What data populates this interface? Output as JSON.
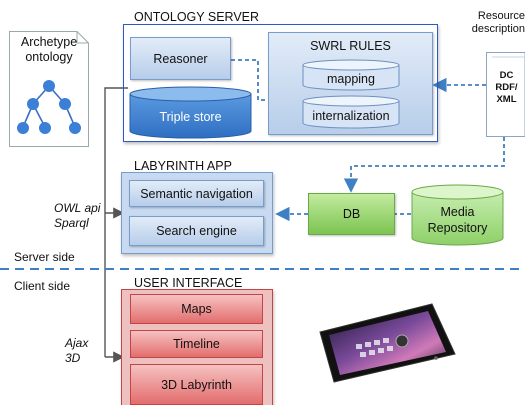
{
  "archetype": {
    "title": "Archetype ontology"
  },
  "ontology_server": {
    "title": "ONTOLOGY SERVER",
    "reasoner": "Reasoner",
    "triple_store": "Triple store",
    "swrl_title": "SWRL RULES",
    "mapping": "mapping",
    "internalization": "internalization"
  },
  "resource": {
    "title": "Resource description",
    "doc_lines": [
      "DC",
      "RDF/",
      "XML"
    ]
  },
  "labyrinth_app": {
    "title": "LABYRINTH APP",
    "semantic_navigation": "Semantic navigation",
    "search_engine": "Search engine"
  },
  "db": {
    "label": "DB"
  },
  "media_repository": {
    "label": "Media Repository"
  },
  "annotations": {
    "owl_api": "OWL api",
    "sparql": "Sparql",
    "ajax": "Ajax",
    "three_d": "3D",
    "server_side": "Server side",
    "client_side": "Client side"
  },
  "user_interface": {
    "title": "USER INTERFACE",
    "maps": "Maps",
    "timeline": "Timeline",
    "labyrinth_3d": "3D Labyrinth"
  },
  "colors": {
    "frame_blue": "#2d58c8",
    "box_blue": "#b7cdea",
    "store_blue": "#3d7fd0",
    "db_green": "#8fd06a",
    "ui_red": "#e36d6d",
    "dash_blue": "#3f7fc3"
  }
}
